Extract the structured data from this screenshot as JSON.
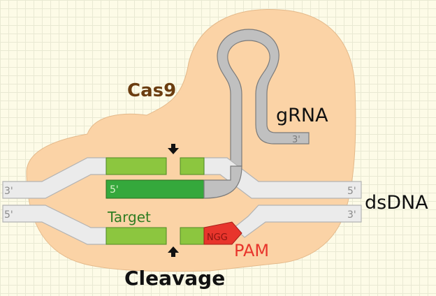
{
  "labels": {
    "protein": "Cas9",
    "guide": "gRNA",
    "dna": "dsDNA",
    "target": "Target",
    "pam": "PAM",
    "pam_sequence": "NGG",
    "cleavage": "Cleavage",
    "end_3prime": "3'",
    "end_5prime": "5'"
  },
  "colors": {
    "protein_fill": "#fbd3a6",
    "protein_stroke": "#e4b98a",
    "protein_label": "#6b3d10",
    "dna_fill": "#ebebeb",
    "dna_stroke": "#b3b3b3",
    "target_green": "#8cc63f",
    "guide_green": "#35a83c",
    "green_stroke": "#4e8a23",
    "grna_fill": "#c0c0c0",
    "grna_stroke": "#7a7a7a",
    "pam_red": "#e8352c",
    "target_text": "#2f7d22",
    "black": "#111111"
  },
  "icons": {
    "cleavage_marker_top": "arrow-down-icon",
    "cleavage_marker_bottom": "arrow-up-icon"
  }
}
